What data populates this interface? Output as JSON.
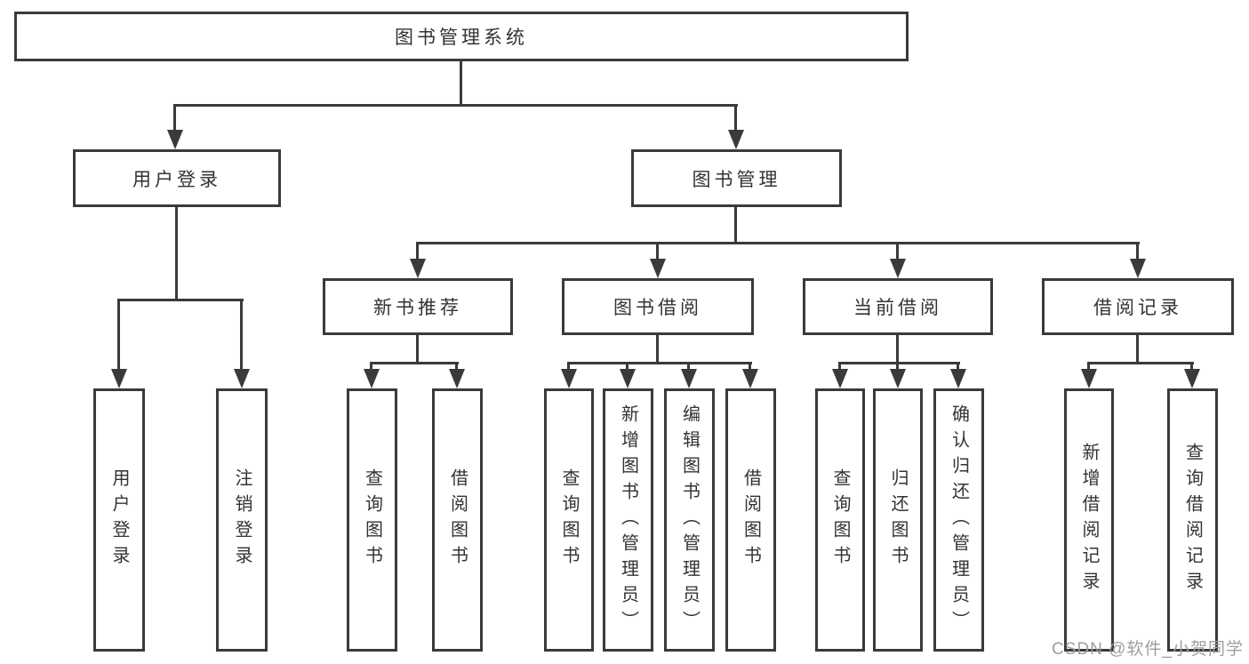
{
  "tree": {
    "root": {
      "label": "图书管理系统"
    },
    "branches": [
      {
        "label": "用户登录",
        "children": [
          {
            "label": "用户登录"
          },
          {
            "label": "注销登录"
          }
        ]
      },
      {
        "label": "图书管理",
        "children": [
          {
            "label": "新书推荐",
            "children": [
              {
                "label": "查询图书"
              },
              {
                "label": "借阅图书"
              }
            ]
          },
          {
            "label": "图书借阅",
            "children": [
              {
                "label": "查询图书"
              },
              {
                "label": "新增图书（管理员）"
              },
              {
                "label": "编辑图书（管理员）"
              },
              {
                "label": "借阅图书"
              }
            ]
          },
          {
            "label": "当前借阅",
            "children": [
              {
                "label": "查询图书"
              },
              {
                "label": "归还图书"
              },
              {
                "label": "确认归还（管理员）"
              }
            ]
          },
          {
            "label": "借阅记录",
            "children": [
              {
                "label": "新增借阅记录"
              },
              {
                "label": "查询借阅记录"
              }
            ]
          }
        ]
      }
    ]
  },
  "watermark": {
    "text": "CSDN @软件_小贺同学"
  },
  "colors": {
    "line": "#3a3a3a",
    "text": "#333333",
    "watermark": "#9e9e9e",
    "background": "#ffffff"
  }
}
